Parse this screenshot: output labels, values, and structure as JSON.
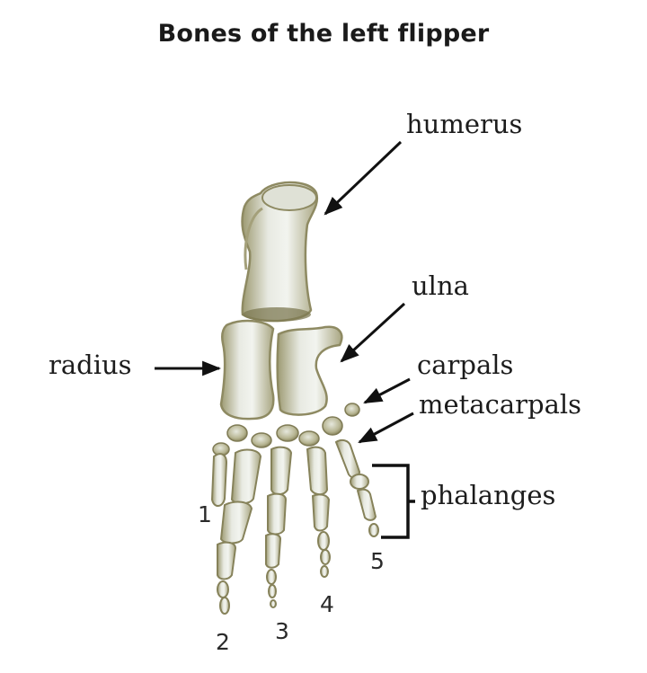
{
  "title": "Bones of the left flipper",
  "labels": {
    "humerus": "humerus",
    "ulna": "ulna",
    "radius": "radius",
    "carpals": "carpals",
    "metacarpals": "metacarpals",
    "phalanges": "phalanges"
  },
  "digits": [
    "1",
    "2",
    "3",
    "4",
    "5"
  ],
  "colors": {
    "bone_light": "#e6e8de",
    "bone_mid": "#b9b894",
    "bone_dark": "#7a7650",
    "text": "#1c1c1c",
    "arrow": "#111111"
  }
}
